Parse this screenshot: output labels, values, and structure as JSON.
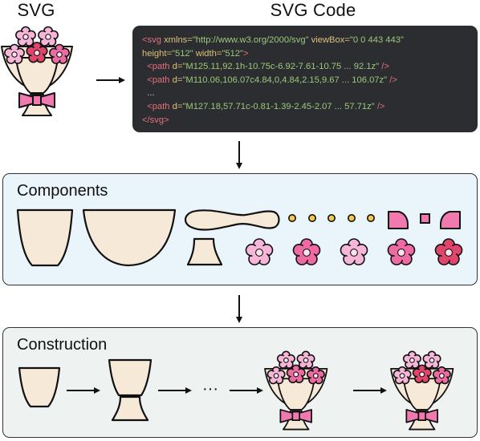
{
  "header": {
    "svg_title": "SVG",
    "code_title": "SVG Code"
  },
  "code": {
    "lines": [
      [
        {
          "c": "tag",
          "t": "<svg "
        },
        {
          "c": "attr",
          "t": "xmlns="
        },
        {
          "c": "str",
          "t": "\"http://www.w3.org/2000/svg\""
        },
        {
          "c": "attr",
          "t": " viewBox="
        },
        {
          "c": "str",
          "t": "\"0 0 443 443\""
        }
      ],
      [
        {
          "c": "attr",
          "t": "height="
        },
        {
          "c": "str",
          "t": "\"512\""
        },
        {
          "c": "attr",
          "t": " width="
        },
        {
          "c": "str",
          "t": "\"512\""
        },
        {
          "c": "tag",
          "t": ">"
        }
      ],
      [
        {
          "c": "tag",
          "t": "  <path "
        },
        {
          "c": "attr",
          "t": "d="
        },
        {
          "c": "str",
          "t": "\"M125.11,92.1h-10.75c-6.92-7.61-10.75 ... 92.1z\""
        },
        {
          "c": "tag",
          "t": " />"
        }
      ],
      [
        {
          "c": "tag",
          "t": "  <path "
        },
        {
          "c": "attr",
          "t": "d="
        },
        {
          "c": "str",
          "t": "\"M110.06,106.07c4.84,0,4.84,2.15,9.67 ... 106.07z\""
        },
        {
          "c": "tag",
          "t": " />"
        }
      ],
      [
        {
          "c": "plain",
          "t": "  ..."
        }
      ],
      [
        {
          "c": "tag",
          "t": "  <path "
        },
        {
          "c": "attr",
          "t": "d="
        },
        {
          "c": "str",
          "t": "\"M127.18,57.71c-0.81-1.39-2.45-2.07 ... 57.71z\""
        },
        {
          "c": "tag",
          "t": " />"
        }
      ],
      [
        {
          "c": "tag",
          "t": "</svg>"
        }
      ]
    ]
  },
  "components": {
    "title": "Components"
  },
  "construction": {
    "title": "Construction",
    "ellipsis": "···"
  },
  "colors": {
    "wrap_fill": "#f7e9d7",
    "outline": "#111111",
    "pink_light": "#f7b6d8",
    "pink_mid": "#ee6aa2",
    "pink_dark": "#e0456b",
    "bow": "#f07ab0",
    "bud": "#f5c84a",
    "code_bg": "#2c2d30",
    "components_bg": "#e9f4fb",
    "construction_bg": "#eef3f2"
  }
}
